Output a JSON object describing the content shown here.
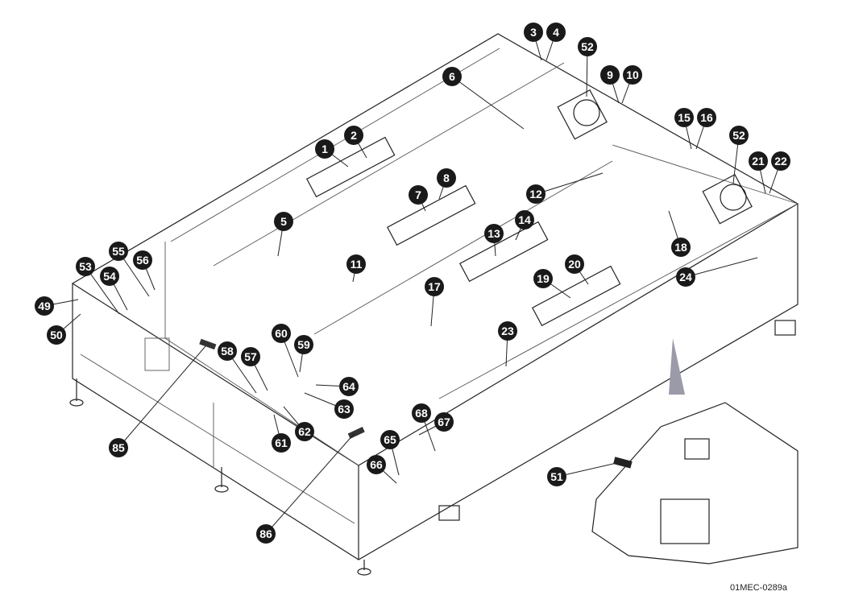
{
  "figure_id": "01MEC-0289a",
  "colors": {
    "callout_fill": "#1a1a1a",
    "callout_text": "#ffffff",
    "line": "#222222",
    "highlight_arrow": "#9a9aa8"
  },
  "callouts": [
    "3",
    "4",
    "52",
    "9",
    "10",
    "6",
    "2",
    "1",
    "15",
    "16",
    "52",
    "21",
    "22",
    "8",
    "7",
    "12",
    "14",
    "13",
    "5",
    "18",
    "55",
    "56",
    "53",
    "54",
    "11",
    "20",
    "19",
    "24",
    "17",
    "49",
    "50",
    "60",
    "59",
    "23",
    "58",
    "57",
    "64",
    "63",
    "62",
    "61",
    "85",
    "68",
    "67",
    "65",
    "66",
    "51",
    "86"
  ]
}
